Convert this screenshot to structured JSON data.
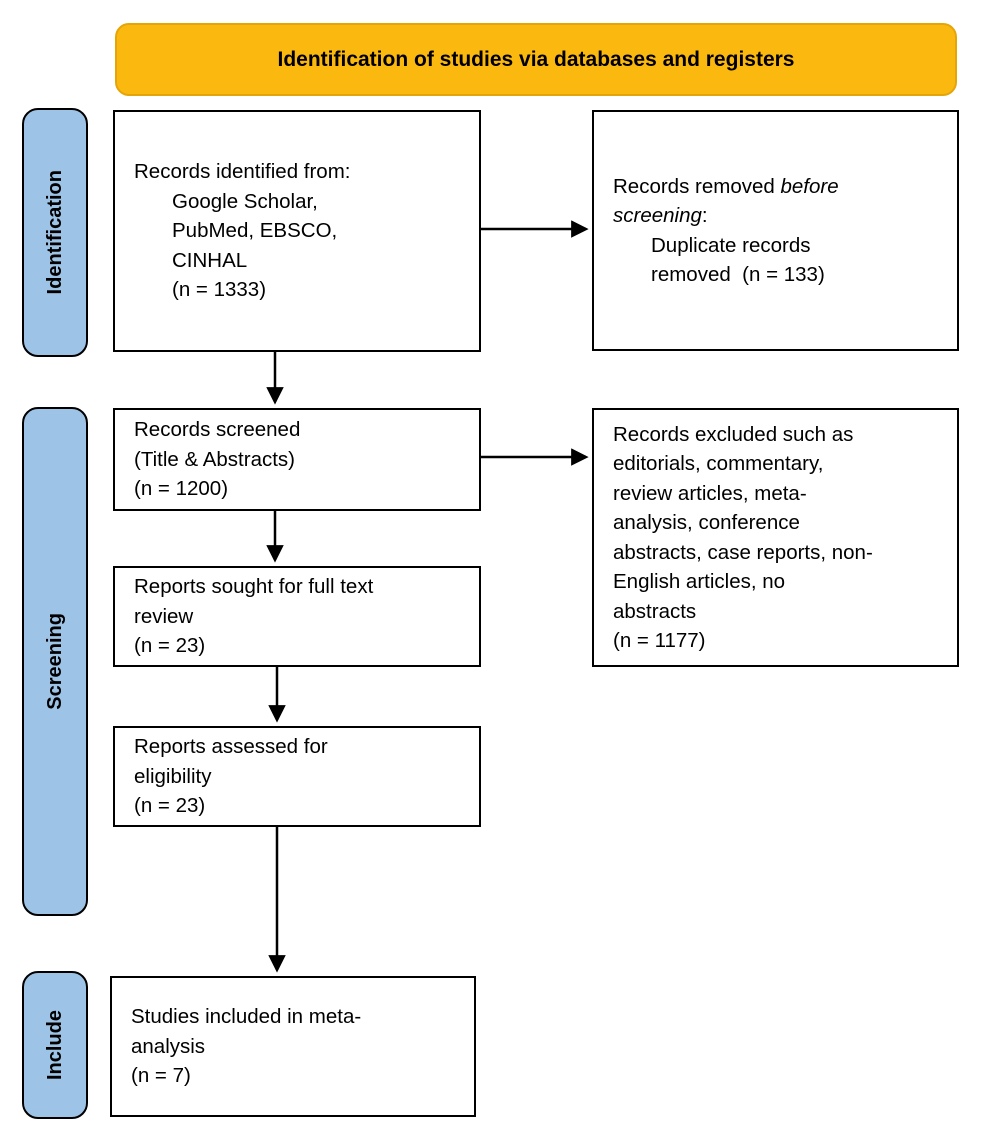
{
  "banner": {
    "title": "Identification of studies via databases and registers"
  },
  "stages": {
    "identification": "Identification",
    "screening": "Screening",
    "include": "Include"
  },
  "boxes": {
    "records_identified": {
      "heading": "Records identified from:",
      "source1": "Google Scholar,",
      "source2": "PubMed, EBSCO,",
      "source3": "CINHAL",
      "count": "(n = 1333)"
    },
    "records_removed": {
      "line1_regular": "Records removed ",
      "line1_italic": "before",
      "line2_italic": "screening",
      "line2_regular": ":",
      "detail1": "Duplicate records",
      "detail2": "removed  (n = 133)"
    },
    "records_screened": {
      "line1": "Records screened",
      "line2": "(Title & Abstracts)",
      "count": "(n = 1200)"
    },
    "records_excluded": {
      "line1": "Records excluded such as",
      "line2": "editorials, commentary,",
      "line3": "review articles, meta-",
      "line4": "analysis, conference",
      "line5": "abstracts, case reports, non-",
      "line6": "English articles, no",
      "line7": "abstracts",
      "count": "(n = 1177)"
    },
    "reports_sought": {
      "line1": "Reports sought for full text",
      "line2": "review",
      "count": "(n = 23)"
    },
    "reports_assessed": {
      "line1": "Reports assessed for",
      "line2": "eligibility",
      "count": "(n = 23)"
    },
    "studies_included": {
      "line1": "Studies included in meta-",
      "line2": "analysis",
      "count": "(n = 7)"
    }
  },
  "colors": {
    "banner_bg": "#FBB910",
    "stage_bg": "#9DC3E6",
    "box_border": "#000000",
    "arrow": "#000000"
  }
}
